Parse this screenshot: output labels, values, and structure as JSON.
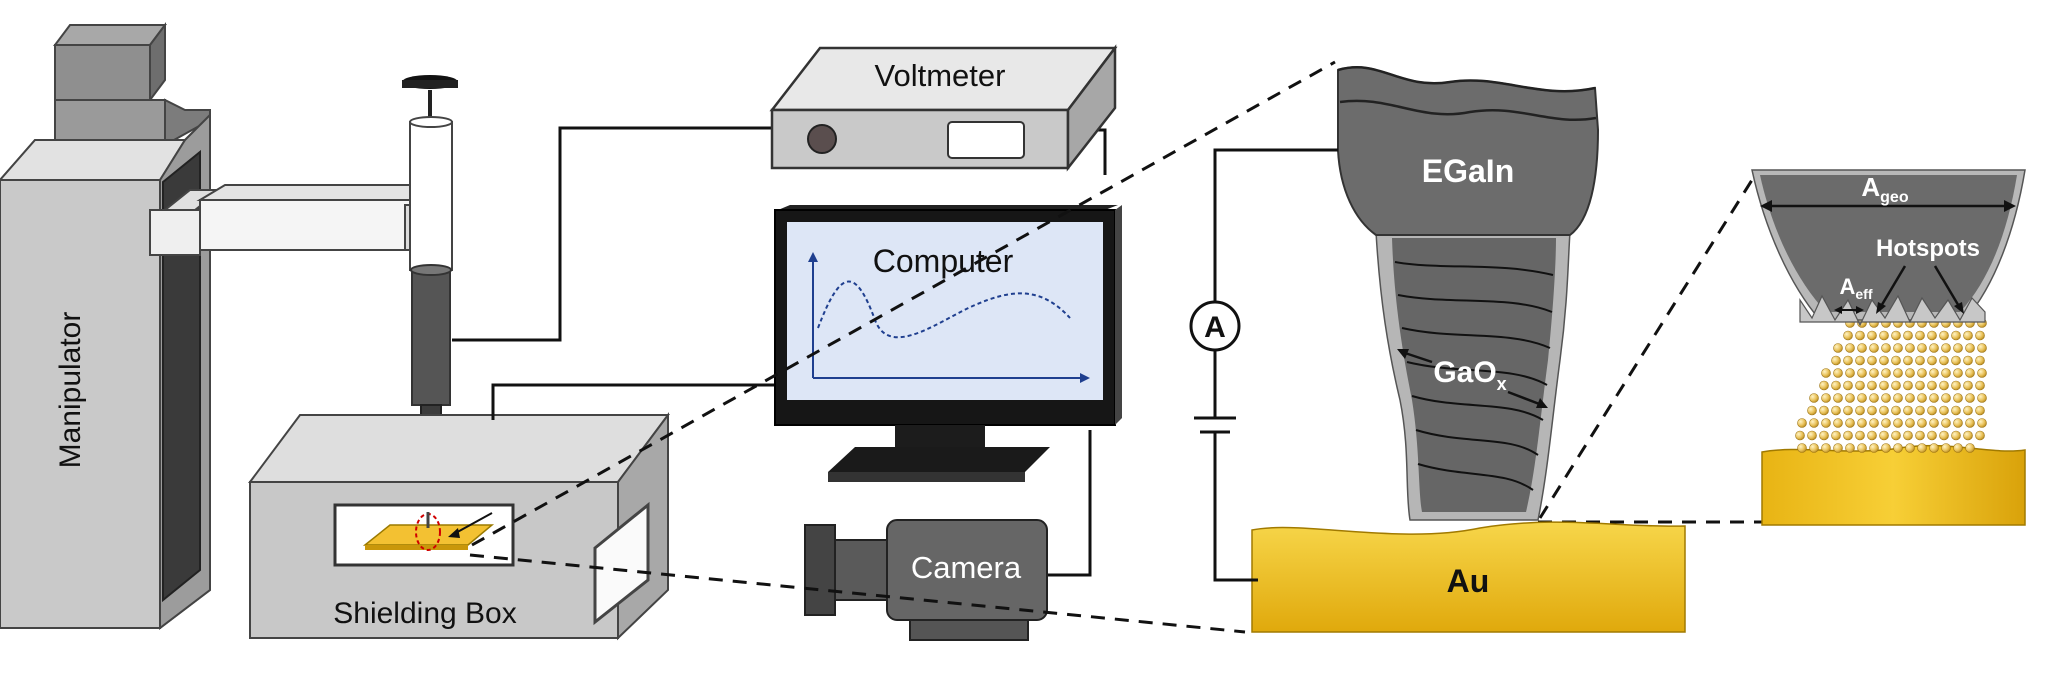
{
  "labels": {
    "manipulator": "Manipulator",
    "shielding_box": "Shielding Box",
    "voltmeter": "Voltmeter",
    "computer": "Computer",
    "camera": "Camera",
    "egain": "EGaIn",
    "gaox": "GaO",
    "gaox_sub": "x",
    "au": "Au",
    "ammeter": "A",
    "a_geo": "A",
    "a_geo_sub": "geo",
    "a_eff": "A",
    "a_eff_sub": "eff",
    "hotspots": "Hotspots"
  },
  "colors": {
    "gold": "#f2bf1a",
    "gold_dark": "#c99a0a",
    "egain_gray": "#6c6c6c",
    "oxide_gray": "#b4b4b4",
    "box_gray": "#cfcfcf",
    "screen": "#dde6f6",
    "curve_blue": "#1f3f8f"
  }
}
